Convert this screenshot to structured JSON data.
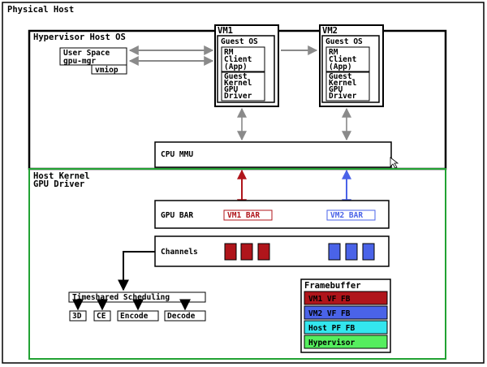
{
  "physical_host": {
    "title": "Physical Host"
  },
  "hypervisor": {
    "title": "Hypervisor Host OS",
    "user_space": {
      "line1": "User Space",
      "line2": "gpu-mgr"
    },
    "vmiop": "vmiop",
    "cpu_mmu": "CPU MMU"
  },
  "vm1": {
    "title": "VM1",
    "guest_os": "Guest OS",
    "rm_client": [
      "RM",
      "Client",
      "(App)"
    ],
    "guest_driver": [
      "Guest",
      "Kernel",
      "GPU",
      "Driver"
    ]
  },
  "vm2": {
    "title": "VM2",
    "guest_os": "Guest OS",
    "rm_client": [
      "RM",
      "Client",
      "(App)"
    ],
    "guest_driver": [
      "Guest",
      "Kernel",
      "GPU",
      "Driver"
    ]
  },
  "host_kernel": {
    "title_line1": "Host Kernel",
    "title_line2": "GPU Driver",
    "gpu_bar": {
      "label": "GPU BAR",
      "vm1": "VM1 BAR",
      "vm2": "VM2 BAR"
    },
    "channels": "Channels",
    "scheduling": {
      "title": "Timeshared Scheduling",
      "engines": [
        "3D",
        "CE",
        "Encode",
        "Decode"
      ]
    },
    "framebuffer": {
      "title": "Framebuffer",
      "regions": [
        {
          "label": "VM1 VF FB",
          "color": "#b0151b"
        },
        {
          "label": "VM2 VF FB",
          "color": "#4a63e8"
        },
        {
          "label": "Host PF FB",
          "color": "#33e6ee"
        },
        {
          "label": "Hypervisor",
          "color": "#55ee5e"
        }
      ]
    }
  },
  "colors": {
    "vm1": "#b0151b",
    "vm2": "#4a63e8",
    "kernel_border": "#22a233",
    "arrow_gray": "#a0a0a0"
  }
}
